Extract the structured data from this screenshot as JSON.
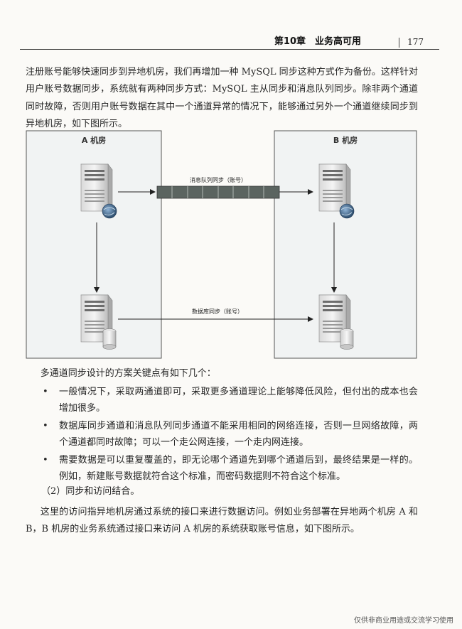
{
  "header": {
    "chapter": "第10章　业务高可用",
    "page": "177"
  },
  "paragraphs": {
    "intro": "注册账号能够快速同步到异地机房，我们再增加一种 MySQL 同步这种方式作为备份。这样针对用户账号数据同步，系统就有两种同步方式：MySQL 主从同步和消息队列同步。除非两个通道同时故障，否则用户账号数据在其中一个通道异常的情况下，能够通过另外一个通道继续同步到异地机房，如下图所示。",
    "keypoints_lead": "多通道同步设计的方案关键点有如下几个：",
    "access": "这里的访问指异地机房通过系统的接口来进行数据访问。例如业务部署在异地两个机房 A 和 B，B 机房的业务系统通过接口来访问 A 机房的系统获取账号信息，如下图所示。"
  },
  "diagram": {
    "room_a": "A 机房",
    "room_b": "B 机房",
    "mq_label": "消息队列同步（账号）",
    "db_label": "数据库同步（账号）"
  },
  "bullets": [
    "一般情况下，采取两通道即可，采取更多通道理论上能够降低风险，但付出的成本也会增加很多。",
    "数据库同步通道和消息队列同步通道不能采用相同的网络连接，否则一旦网络故障，两个通道都同时故障；可以一个走公网连接，一个走内网连接。",
    "需要数据是可以重复覆盖的，即无论哪个通道先到哪个通道后到，最终结果是一样的。例如，新建账号数据就符合这个标准，而密码数据则不符合这个标准。"
  ],
  "bullet_symbol": "•",
  "subheading": "（2）同步和访问结合。",
  "footer": "仅供非商业用途或交流学习使用"
}
